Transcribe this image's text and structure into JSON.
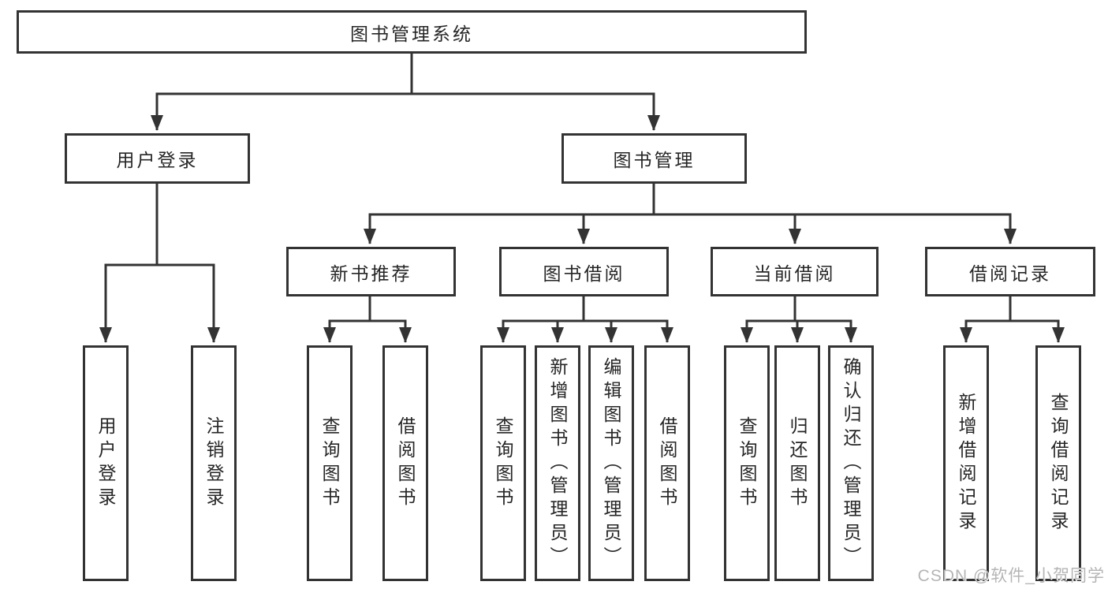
{
  "nodes": {
    "root": "图书管理系统",
    "l2": [
      "用户登录",
      "图书管理"
    ],
    "l3": [
      "新书推荐",
      "图书借阅",
      "当前借阅",
      "借阅记录"
    ],
    "leaves": [
      "用户登录",
      "注销登录",
      "查询图书",
      "借阅图书",
      "查询图书",
      "新增图书（管理员）",
      "编辑图书（管理员）",
      "借阅图书",
      "查询图书",
      "归还图书",
      "确认归还（管理员）",
      "新增借阅记录",
      "查询借阅记录"
    ]
  },
  "watermark": "CSDN @软件_小贺同学",
  "colors": {
    "line": "#333333",
    "box_border": "#333333",
    "text": "#262626",
    "watermark": "#b5b5b5",
    "background": "#ffffff"
  }
}
